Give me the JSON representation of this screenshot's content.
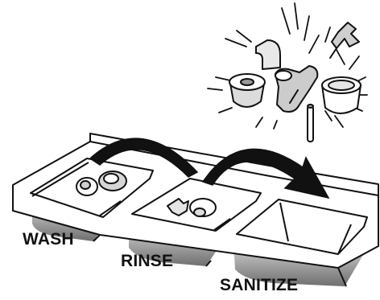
{
  "labels": {
    "wash": "WASH",
    "rinse": "RINSE",
    "sanitize": "SANITIZE"
  },
  "icons": {
    "sink": "three-compartment-sink-icon",
    "arrow": "curved-arrow-icon",
    "parts": "clean-machine-parts-icon"
  }
}
